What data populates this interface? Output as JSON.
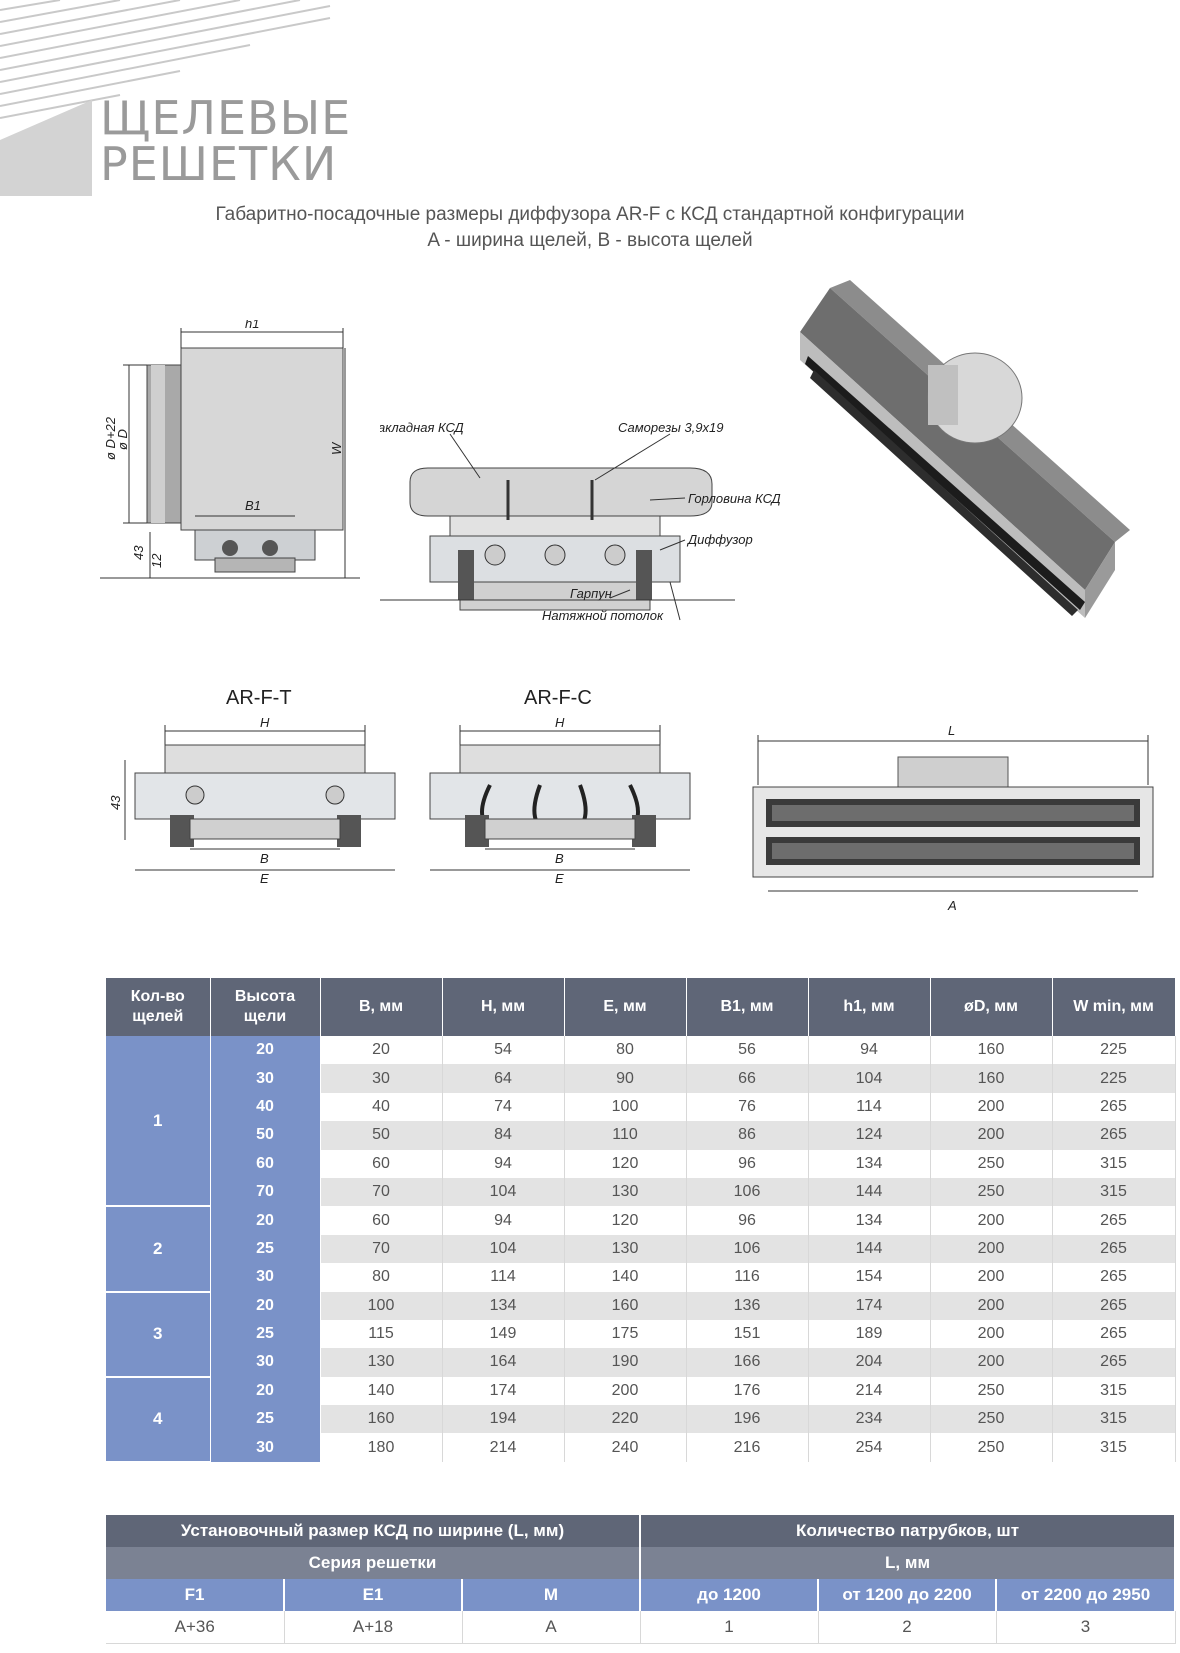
{
  "header": {
    "brand_line1": "ЩЕЛЕВЫЕ",
    "brand_line2": "РЕШЕТКИ",
    "subtitle_line1": "Габаритно-посадочные размеры диффузора AR-F с КСД стандартной конфигурации",
    "subtitle_line2": "A - ширина щелей, B - высота щелей"
  },
  "drawings": {
    "side_view": {
      "h1": "h1",
      "dim1": "ø D+22",
      "dim2": "ø D",
      "w": "W",
      "b1": "B1",
      "d43": "43",
      "d12": "12"
    },
    "section_view": {
      "zakladnaya": "Закладная КСД",
      "samorezy": "Саморезы 3,9х19",
      "gorlovina": "Горловина КСД",
      "diffuzor": "Диффузор",
      "garpun": "Гарпун",
      "potolok": "Натяжной потолок"
    },
    "ar_f_t": {
      "title": "AR-F-T",
      "h": "H",
      "b": "B",
      "e": "E",
      "d43": "43"
    },
    "ar_f_c": {
      "title": "AR-F-C",
      "h": "H",
      "b": "B",
      "e": "E"
    },
    "front_view": {
      "l": "L",
      "a": "A"
    }
  },
  "spec_table": {
    "headers": [
      "Кол-во щелей",
      "Высота щели",
      "B, мм",
      "H, мм",
      "E, мм",
      "B1, мм",
      "h1, мм",
      "øD, мм",
      "W min, мм"
    ],
    "groups": [
      {
        "count": "1",
        "rows": [
          [
            "20",
            "20",
            "54",
            "80",
            "56",
            "94",
            "160",
            "225"
          ],
          [
            "30",
            "30",
            "64",
            "90",
            "66",
            "104",
            "160",
            "225"
          ],
          [
            "40",
            "40",
            "74",
            "100",
            "76",
            "114",
            "200",
            "265"
          ],
          [
            "50",
            "50",
            "84",
            "110",
            "86",
            "124",
            "200",
            "265"
          ],
          [
            "60",
            "60",
            "94",
            "120",
            "96",
            "134",
            "250",
            "315"
          ],
          [
            "70",
            "70",
            "104",
            "130",
            "106",
            "144",
            "250",
            "315"
          ]
        ]
      },
      {
        "count": "2",
        "rows": [
          [
            "20",
            "60",
            "94",
            "120",
            "96",
            "134",
            "200",
            "265"
          ],
          [
            "25",
            "70",
            "104",
            "130",
            "106",
            "144",
            "200",
            "265"
          ],
          [
            "30",
            "80",
            "114",
            "140",
            "116",
            "154",
            "200",
            "265"
          ]
        ]
      },
      {
        "count": "3",
        "rows": [
          [
            "20",
            "100",
            "134",
            "160",
            "136",
            "174",
            "200",
            "265"
          ],
          [
            "25",
            "115",
            "149",
            "175",
            "151",
            "189",
            "200",
            "265"
          ],
          [
            "30",
            "130",
            "164",
            "190",
            "166",
            "204",
            "200",
            "265"
          ]
        ]
      },
      {
        "count": "4",
        "rows": [
          [
            "20",
            "140",
            "174",
            "200",
            "176",
            "214",
            "250",
            "315"
          ],
          [
            "25",
            "160",
            "194",
            "220",
            "196",
            "234",
            "250",
            "315"
          ],
          [
            "30",
            "180",
            "214",
            "240",
            "216",
            "254",
            "250",
            "315"
          ]
        ]
      }
    ]
  },
  "ksd_table": {
    "header_left": "Установочный размер КСД по ширине (L, мм)",
    "header_right": "Количество патрубков, шт",
    "sub_left": "Серия решетки",
    "sub_right": "L, мм",
    "series": [
      "F1",
      "E1",
      "M"
    ],
    "ranges": [
      "до 1200",
      "от 1200 до 2200",
      "от 2200 до 2950"
    ],
    "values": [
      "A+36",
      "A+18",
      "A",
      "1",
      "2",
      "3"
    ]
  }
}
